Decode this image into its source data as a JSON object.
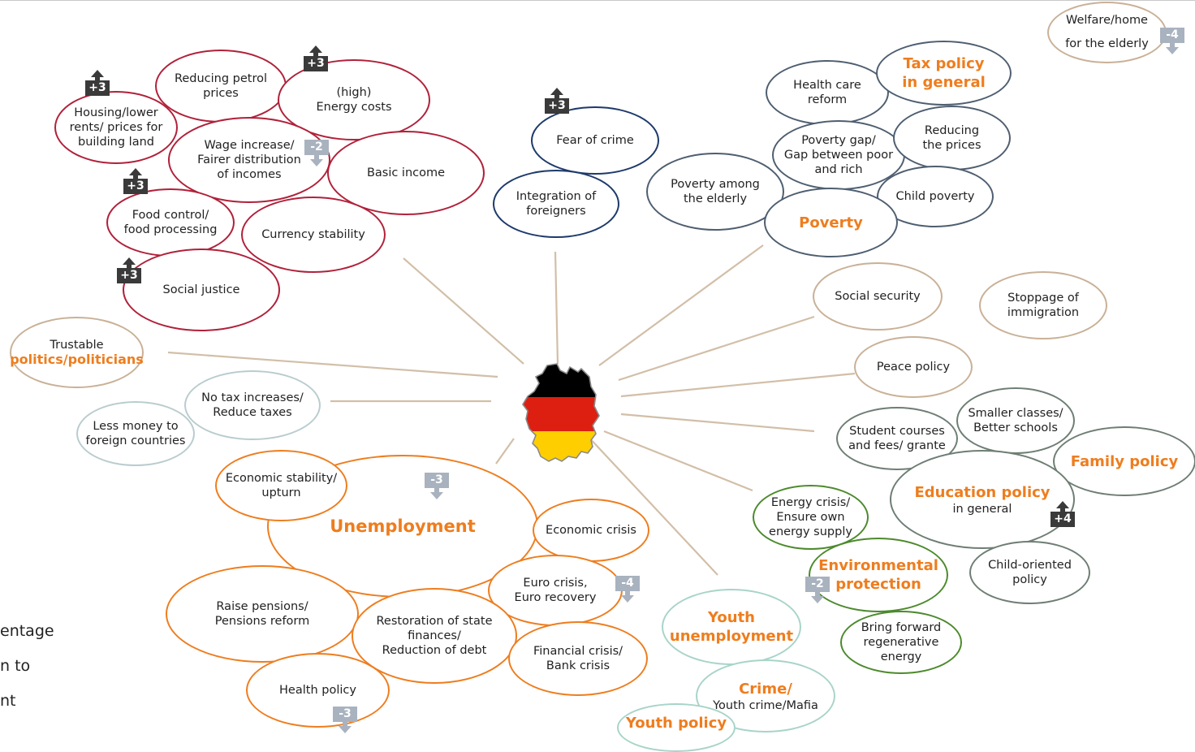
{
  "diagram": {
    "center": {
      "label": "",
      "flag_colors": [
        "#000000",
        "#dd1f12",
        "#ffce00"
      ]
    },
    "bubbles": {
      "housing": "Housing/lower\nrents/ prices for\nbuilding land",
      "petrol": "Reducing petrol\nprices",
      "energy_costs": "(high)\nEnergy costs",
      "wage": "Wage increase/\nFairer distribution\nof incomes",
      "basic_income": "Basic income",
      "food": "Food control/\nfood processing",
      "currency": "Currency stability",
      "social_justice": "Social justice",
      "fear_crime": "Fear of crime",
      "integration": "Integration of\nforeigners",
      "health_care": "Health care\nreform",
      "tax_policy": "Tax policy\nin general",
      "poverty_gap": "Poverty gap/\nGap between poor\nand rich",
      "reducing_prices": "Reducing\nthe prices",
      "poverty_elderly": "Poverty among\nthe elderly",
      "child_poverty": "Child poverty",
      "poverty": "Poverty",
      "welfare": "Welfare/home\nfor the elderly",
      "social_security": "Social security",
      "stoppage": "Stoppage of\nimmigration",
      "peace": "Peace policy",
      "trustable_1": "Trustable",
      "trustable_2": "politics/politicians",
      "no_tax": "No tax increases/\nReduce taxes",
      "less_money": "Less money to\nforeign countries",
      "student": "Student courses\nand fees/ grante",
      "smaller_classes": "Smaller classes/\nBetter schools",
      "family": "Family policy",
      "education_1": "Education policy",
      "education_2": "in general",
      "child_oriented": "Child-oriented\npolicy",
      "energy_crisis": "Energy crisis/\nEnsure own\nenergy supply",
      "env": "Environmental\nprotection",
      "regenerative": "Bring forward\nregenerative\nenergy",
      "econ_stability": "Economic stability/\nupturn",
      "unemployment": "Unemployment",
      "econ_crisis": "Economic crisis",
      "euro": "Euro crisis,\nEuro recovery",
      "pensions": "Raise pensions/\nPensions reform",
      "restoration": "Restoration of state\nfinances/\nReduction of debt",
      "financial": "Financial crisis/\nBank crisis",
      "health_policy": "Health policy",
      "youth_unemp": "Youth\nunemployment",
      "crime_1": "Crime/",
      "crime_2": "Youth crime/Mafia",
      "youth_policy": "Youth policy"
    },
    "deltas": {
      "housing": "+3",
      "energy_costs": "+3",
      "wage": "-2",
      "food": "+3",
      "social_justice": "+3",
      "fear_crime": "+3",
      "welfare": "-4",
      "unemployment": "-3",
      "euro": "-4",
      "education": "+4",
      "env": "-2",
      "health_policy": "-3"
    },
    "legend_fragment": [
      "entage",
      "n to",
      "nt"
    ],
    "colors": {
      "economy": "#b0213a",
      "security": "#1e3a6b",
      "social": "#4e5e70",
      "neutral": "#c9b197",
      "unemployment_cluster": "#ee7d1e",
      "environment": "#4c8a2c",
      "education_cluster": "#6e7e74",
      "highlight_text": "#ee7d1e",
      "connector": "#d2bfa8"
    }
  }
}
